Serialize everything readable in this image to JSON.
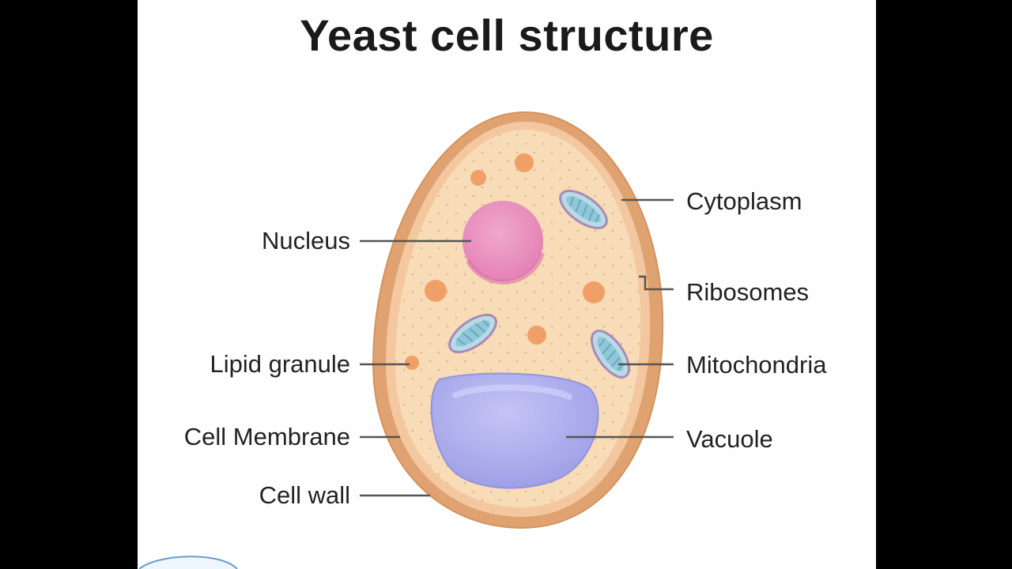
{
  "title": "Yeast cell structure",
  "labels": {
    "nucleus": "Nucleus",
    "lipid_granule": "Lipid granule",
    "cell_membrane": "Cell Membrane",
    "cell_wall": "Cell wall",
    "cytoplasm": "Cytoplasm",
    "ribosomes": "Ribosomes",
    "mitochondria": "Mitochondria",
    "vacuole": "Vacuole"
  },
  "colors": {
    "cell_wall": "#e0a270",
    "cytoplasm": "#f8dcb8",
    "nucleus": "#e98dbc",
    "vacuole": "#a9a9ec",
    "mitochondria": "#8fc6d8",
    "granule": "#f0a066",
    "leader_line": "#555555"
  }
}
